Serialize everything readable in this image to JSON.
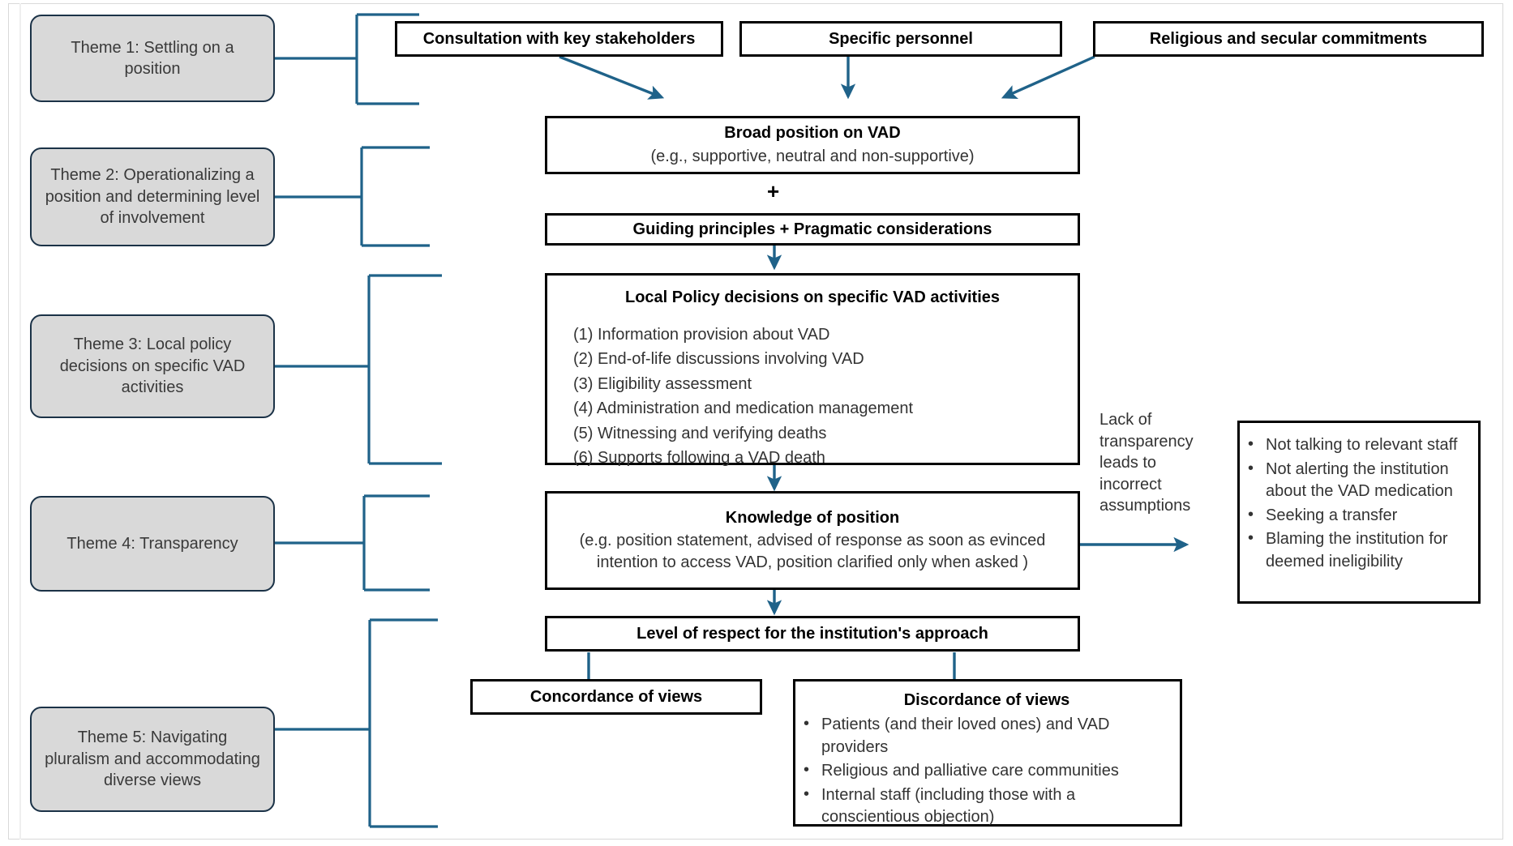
{
  "colors": {
    "arrow": "#1f6289",
    "bracket": "#1f6289",
    "theme_fill": "#d9d9d9",
    "theme_border": "#1b3247",
    "box_border": "#000000",
    "frame": "#d9d9d9"
  },
  "themes": [
    {
      "id": "theme-1",
      "label": "Theme 1: Settling on a position"
    },
    {
      "id": "theme-2",
      "label": "Theme 2: Operationalizing a position and determining level of involvement"
    },
    {
      "id": "theme-3",
      "label": "Theme 3: Local policy decisions on specific VAD activities"
    },
    {
      "id": "theme-4",
      "label": "Theme 4: Transparency"
    },
    {
      "id": "theme-5",
      "label": "Theme 5: Navigating pluralism and accommodating diverse views"
    }
  ],
  "inputs": [
    {
      "id": "consultation",
      "label": "Consultation with key stakeholders"
    },
    {
      "id": "personnel",
      "label": "Specific personnel"
    },
    {
      "id": "commitments",
      "label": "Religious and secular commitments"
    }
  ],
  "broad_position": {
    "title": "Broad position on VAD",
    "subtitle": "(e.g., supportive, neutral and non-supportive)"
  },
  "plus_symbol": "+",
  "guiding": {
    "title": "Guiding principles + Pragmatic considerations"
  },
  "local_policy": {
    "title": "Local Policy decisions on specific VAD activities",
    "items": [
      "(1) Information provision about VAD",
      "(2) End-of-life discussions involving VAD",
      "(3) Eligibility assessment",
      "(4) Administration and medication management",
      "(5) Witnessing and verifying deaths",
      "(6) Supports following a VAD death"
    ]
  },
  "knowledge": {
    "title": "Knowledge of position",
    "subtitle": "(e.g. position statement, advised of response as soon as evinced intention to access VAD, position clarified only when asked )"
  },
  "transparency_note": "Lack of transparency leads to incorrect assumptions",
  "consequences": {
    "items": [
      "Not talking to relevant staff",
      "Not alerting the institution about the VAD medication",
      "Seeking a transfer",
      "Blaming the institution for deemed ineligibility"
    ]
  },
  "respect": {
    "title": "Level of respect for the institution's approach"
  },
  "concordance": {
    "title": "Concordance of views"
  },
  "discordance": {
    "title": "Discordance of views",
    "items": [
      "Patients (and their loved ones) and VAD providers",
      "Religious and palliative care communities",
      "Internal staff (including those with a conscientious objection)"
    ]
  }
}
